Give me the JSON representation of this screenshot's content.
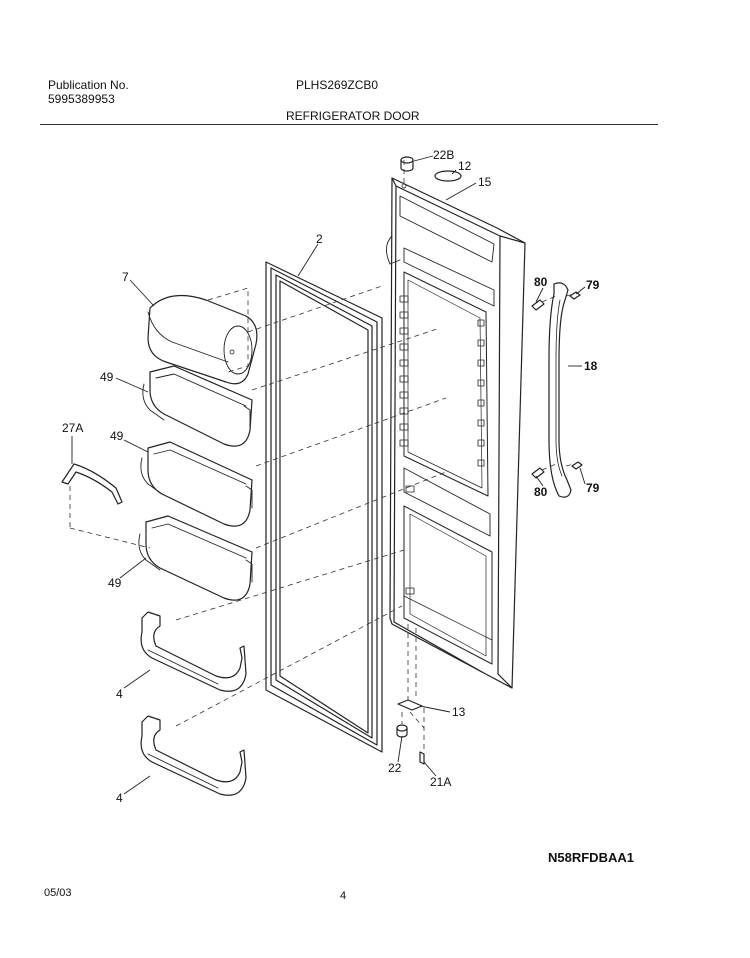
{
  "header": {
    "publication_label": "Publication No.",
    "publication_number": "5995389953",
    "model": "PLHS269ZCB0",
    "section_title": "REFRIGERATOR DOOR"
  },
  "callouts": {
    "c22B": "22B",
    "c12": "12",
    "c15": "15",
    "c2": "2",
    "c7": "7",
    "c49a": "49",
    "c49b": "49",
    "c49c": "49",
    "c27A": "27A",
    "c4a": "4",
    "c4b": "4",
    "c80a": "80",
    "c79a": "79",
    "c18": "18",
    "c80b": "80",
    "c79b": "79",
    "c13": "13",
    "c22": "22",
    "c21A": "21A"
  },
  "footer": {
    "diagram_code": "N58RFDBAA1",
    "date": "05/03",
    "page": "4"
  }
}
